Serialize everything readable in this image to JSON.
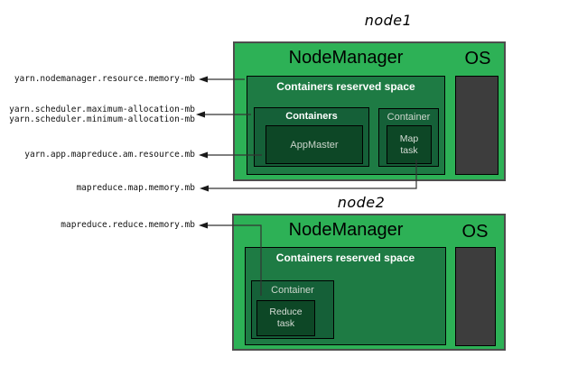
{
  "colors": {
    "node_fill": "#2db156",
    "reserved_fill": "#1e7b44",
    "container_fill": "#156038",
    "task_fill": "#0d4726",
    "os_fill": "#3d3d3d",
    "border": "#000000",
    "arrow": "#333333",
    "background": "#ffffff"
  },
  "config_labels": [
    {
      "text": "yarn.nodemanager.resource.memory-mb"
    },
    {
      "text": "yarn.scheduler.maximum-allocation-mb"
    },
    {
      "text": "yarn.scheduler.minimum-allocation-mb"
    },
    {
      "text": "yarn.app.mapreduce.am.resource.mb"
    },
    {
      "text": "mapreduce.map.memory.mb"
    },
    {
      "text": "mapreduce.reduce.memory.mb"
    }
  ],
  "node1": {
    "title": "node1",
    "nodemanager": "NodeManager",
    "os": "OS",
    "reserved": "Containers reserved space",
    "containers": "Containers",
    "appmaster": "AppMaster",
    "container": "Container",
    "map_task": "Map\ntask"
  },
  "node2": {
    "title": "node2",
    "nodemanager": "NodeManager",
    "os": "OS",
    "reserved": "Containers reserved space",
    "container": "Container",
    "reduce_task": "Reduce\ntask"
  }
}
